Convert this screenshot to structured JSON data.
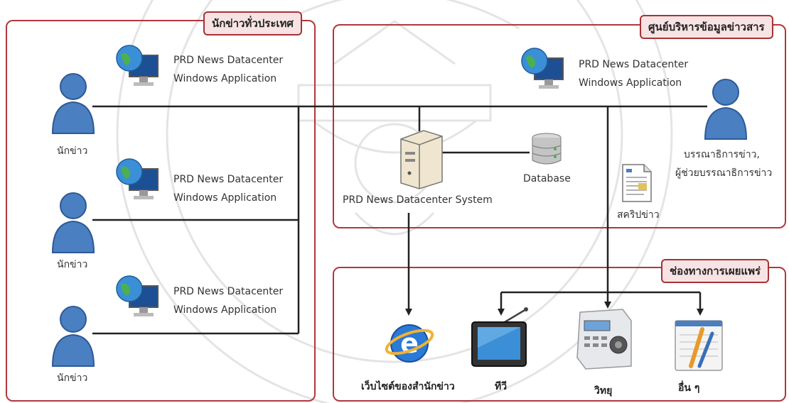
{
  "panels": {
    "reporters": {
      "title": "นักข่าวทั่วประเทศ"
    },
    "center": {
      "title": "ศูนย์บริหารข้อมูลข่าวสาร"
    },
    "channels": {
      "title": "ช่องทางการเผยแพร่"
    }
  },
  "app": {
    "line1": "PRD News Datacenter",
    "line2": "Windows Application"
  },
  "reporter_label": "นักข่าว",
  "editor_label_1": "บรรณาธิการข่าว,",
  "editor_label_2": "ผู้ช่วยบรรณาธิการข่าว",
  "server_label": "PRD News Datacenter System",
  "database_label": "Database",
  "script_label": "สคริปข่าว",
  "channels": {
    "web": "เว็บไซต์ของสำนักข่าว",
    "tv": "ทีวี",
    "radio": "วิทยุ",
    "other": "อื่น ๆ"
  },
  "colors": {
    "panel_border": "#b0383c",
    "title_bg": "#f7e3e3",
    "person": "#4a7fc1",
    "wire": "#222222"
  }
}
